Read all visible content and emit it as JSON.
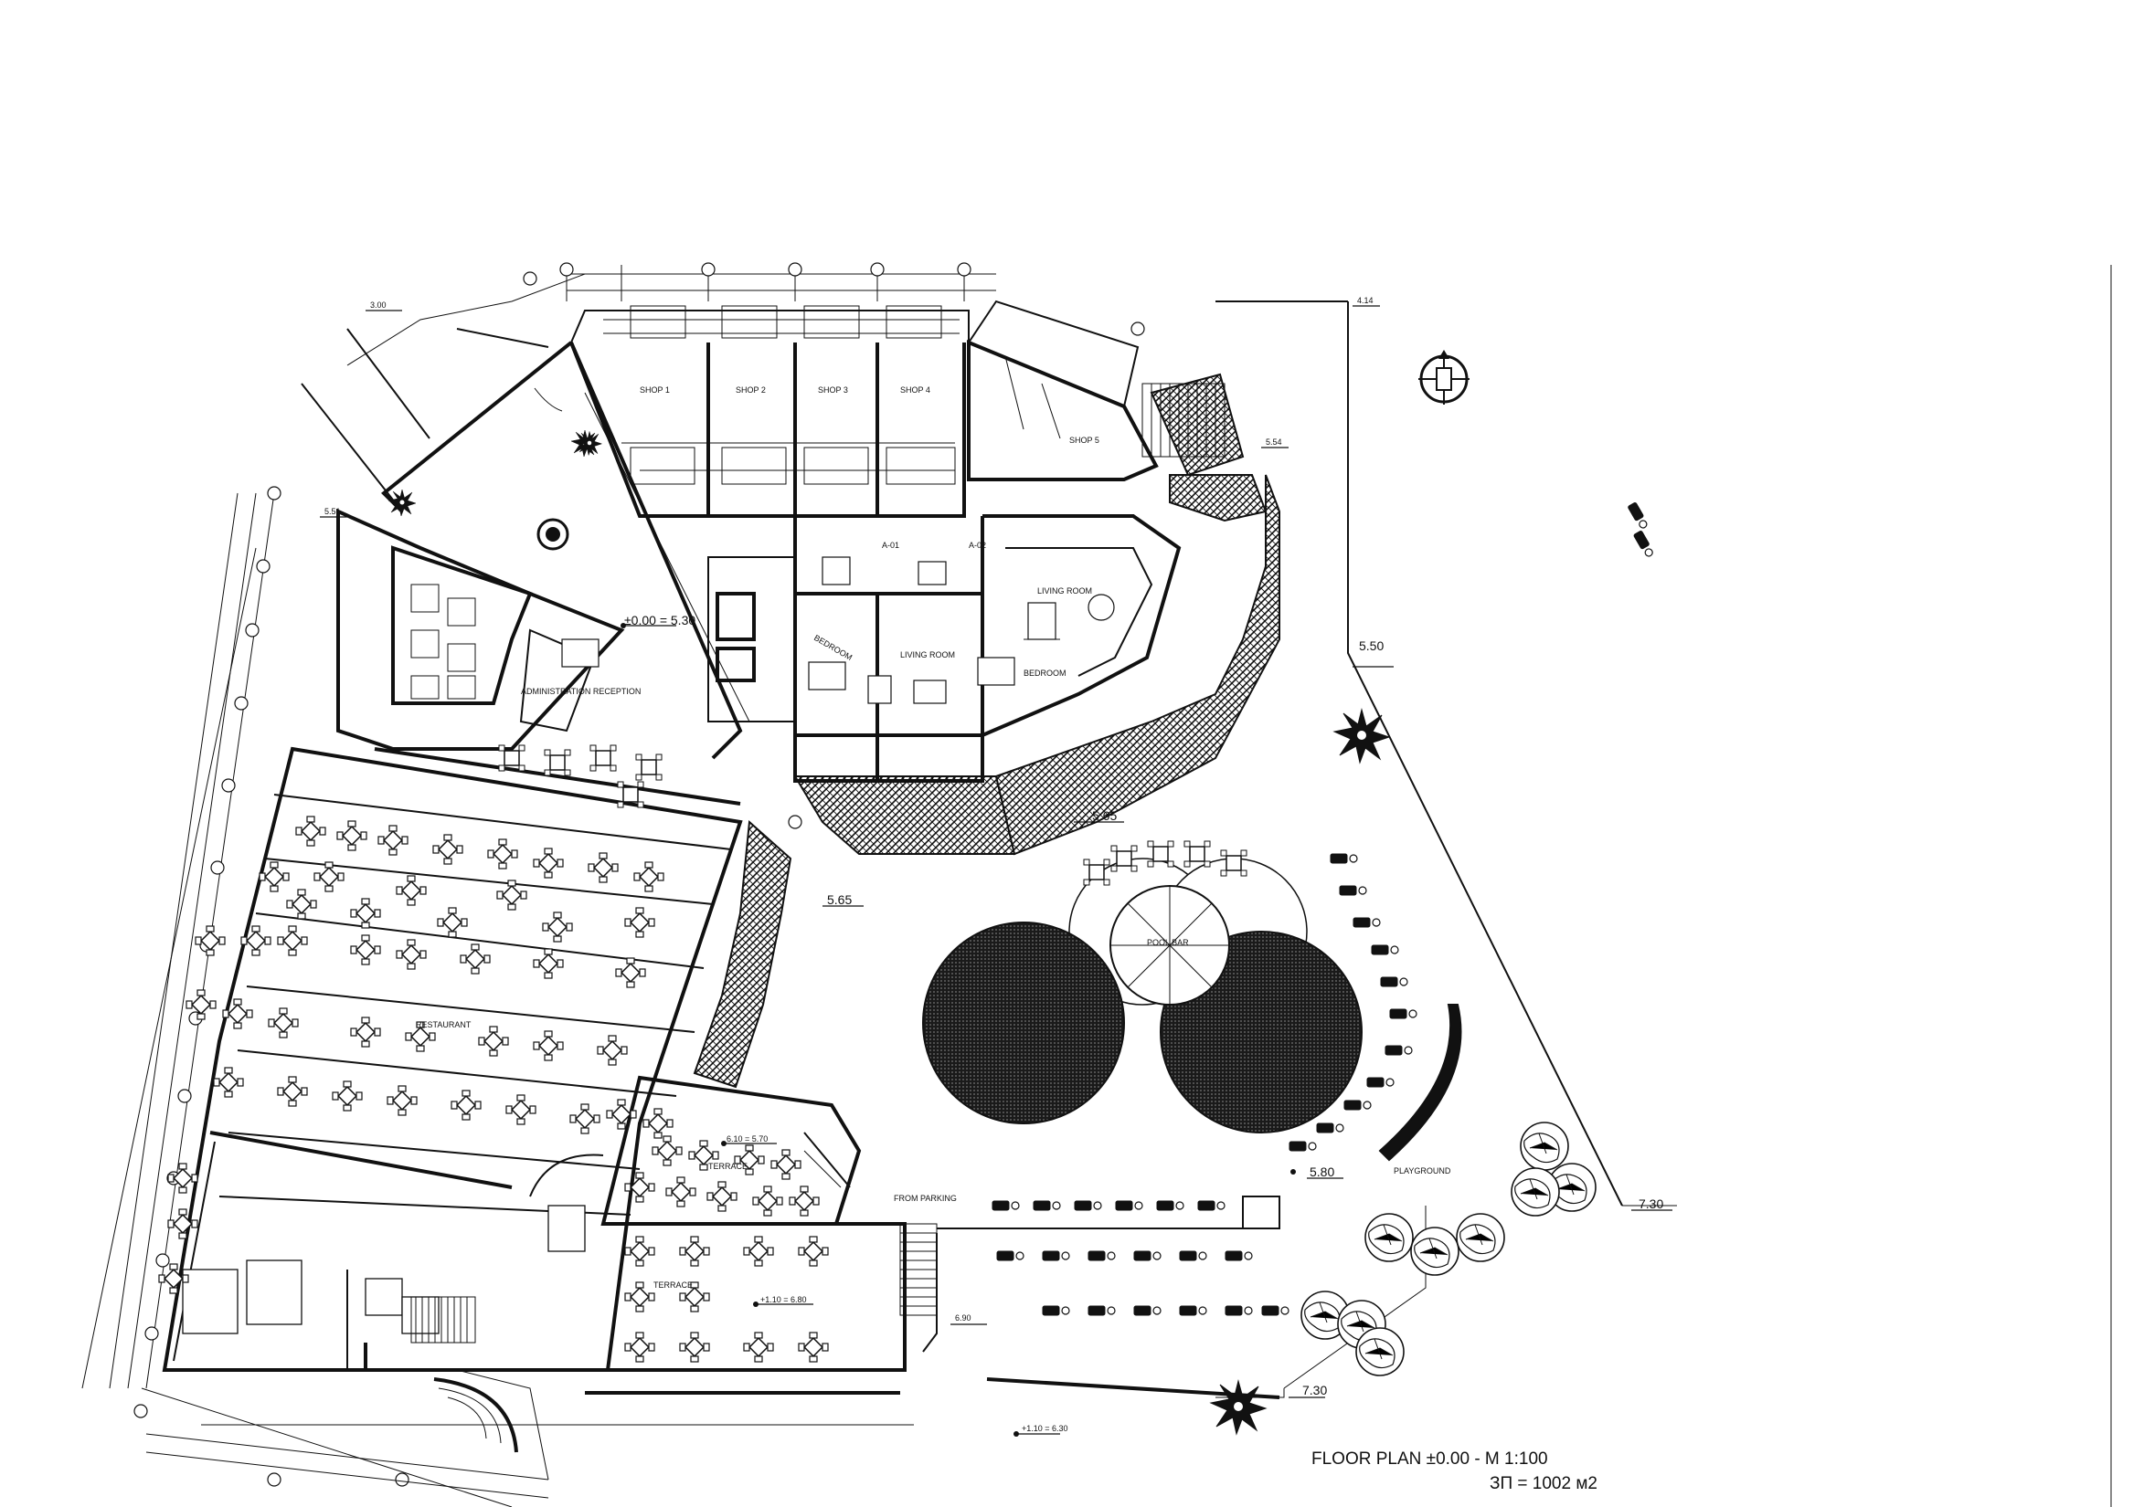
{
  "title": {
    "floor_plan": "FLOOR PLAN ±0.00 - M 1:100",
    "area": "ЗП = 1002 м2"
  },
  "levels": {
    "l_500_530": "±0.00 = 5.30",
    "l_565_a": "5.65",
    "l_565_b": "5.65",
    "l_550": "5.50",
    "l_580": "5.80",
    "l_730_a": "7.30",
    "l_730_b": "7.30",
    "l_610_570": "6.10 = 5.70",
    "l_110_680_a": "+1.10 = 6.80",
    "l_110_680_b": "+1.10 = 6.30",
    "l_690": "6.90",
    "l_551": "5.51",
    "l_554": "5.54",
    "l_300": "3.00",
    "l_414": "4.14"
  },
  "rooms": {
    "shop1": "SHOP 1",
    "shop2": "SHOP 2",
    "shop3": "SHOP 3",
    "shop4": "SHOP 4",
    "shop5": "SHOP 5",
    "admin": "ADMINISTRATION RECEPTION",
    "restaurant": "RESTAURANT",
    "terrace1": "TERRACE",
    "terrace2": "TERRACE",
    "pool_bar": "POOL BAR",
    "playground": "PLAYGROUND",
    "from_parking": "FROM PARKING",
    "bedroom1": "BEDROOM",
    "bedroom2": "BEDROOM",
    "living_room1": "LIVING ROOM",
    "living_room2": "LIVING ROOM",
    "apt_a01": "A-01",
    "apt_a02": "A-02"
  },
  "colors": {
    "ink": "#111111",
    "paper": "#ffffff"
  },
  "icons": {
    "north_arrow": "north-arrow-icon"
  }
}
